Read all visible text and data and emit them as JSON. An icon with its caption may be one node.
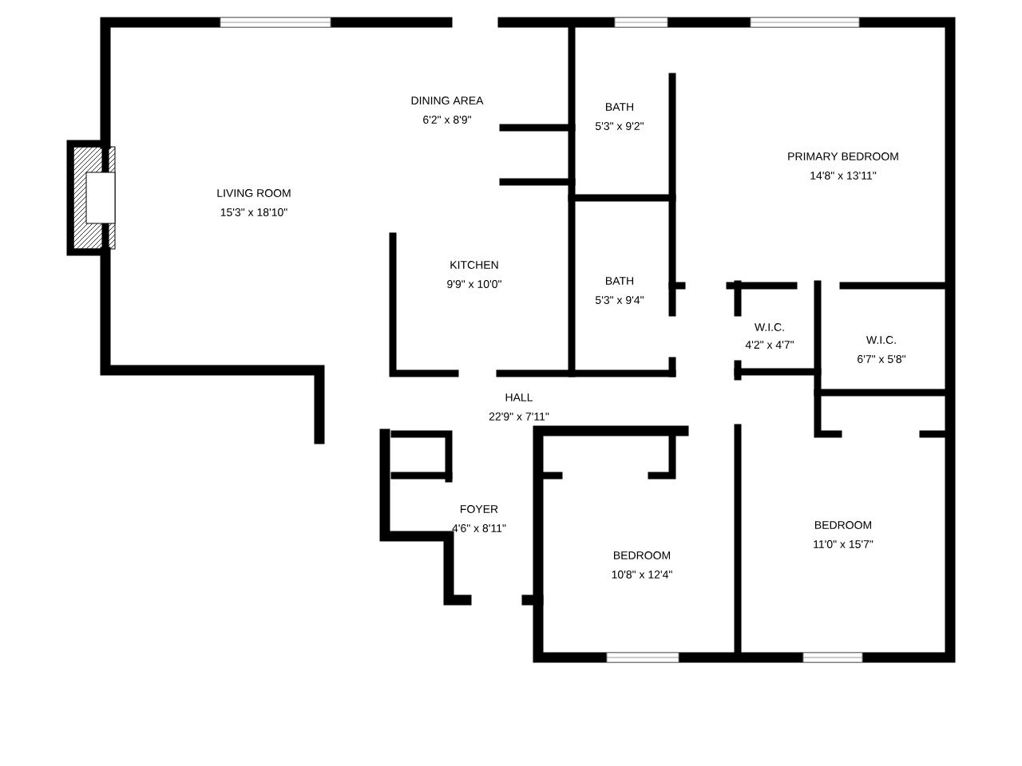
{
  "diagram": {
    "labels": [
      "LIVING ROOM",
      "15'3\" x 18'10\"",
      "DINING AREA",
      "6'2\" x 8'9\"",
      "BATH",
      "5'3\" x 9'2\"",
      "PRIMARY BEDROOM",
      "14'8\" x 13'11\"",
      "KITCHEN",
      "9'9\" x 10'0\"",
      "BATH",
      "5'3\" x 9'4\"",
      "W.I.C.",
      "4'2\" x 4'7\"",
      "W.I.C.",
      "6'7\" x 5'8\"",
      "HALL",
      "22'9\" x 7'11\"",
      "FOYER",
      "4'6\" x 8'11\"",
      "BEDROOM",
      "10'8\" x 12'4\"",
      "BEDROOM",
      "11'0\" x 15'7\""
    ]
  }
}
